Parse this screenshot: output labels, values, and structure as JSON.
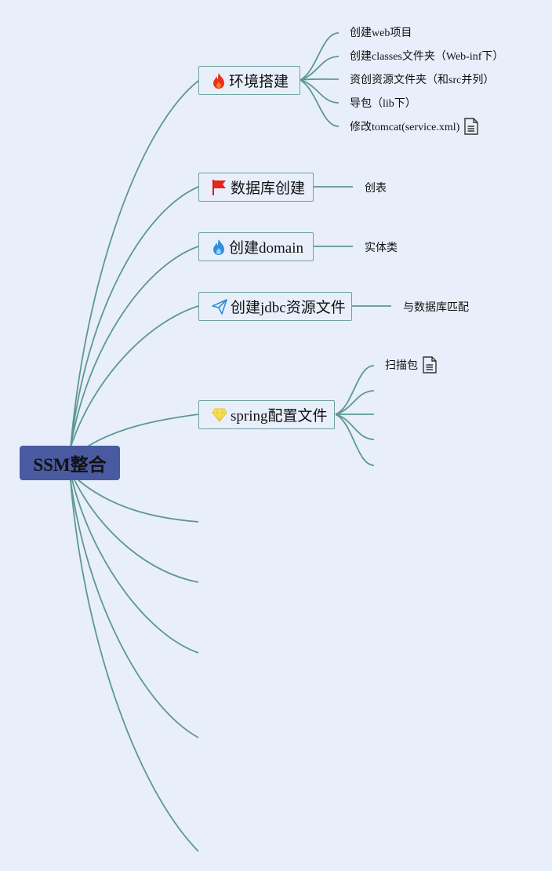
{
  "root": {
    "label": "SSM整合"
  },
  "topics": [
    {
      "label": "环境搭建",
      "icon": "fire-icon",
      "children": [
        {
          "label": "创建web项目"
        },
        {
          "label": "创建classes文件夹（Web-inf下）"
        },
        {
          "label": "资创资源文件夹（和src并列）"
        },
        {
          "label": "导包（lib下）"
        },
        {
          "label": "修改tomcat(service.xml)",
          "has_note": true
        }
      ]
    },
    {
      "label": "数据库创建",
      "icon": "red-flag-icon",
      "children": [
        {
          "label": "创表"
        }
      ]
    },
    {
      "label": "创建domain",
      "icon": "blue-flame-icon",
      "children": [
        {
          "label": "实体类"
        }
      ]
    },
    {
      "label": "创建jdbc资源文件",
      "icon": "paper-plane-icon",
      "children": [
        {
          "label": "与数据库匹配"
        }
      ]
    },
    {
      "label": "spring配置文件",
      "icon": "diamond-icon",
      "children": [
        {
          "label": "扫描包",
          "has_note": true
        }
      ]
    }
  ],
  "colors": {
    "background": "#e8effb",
    "line": "#5e9890",
    "root_fill": "#4a5aa0"
  }
}
